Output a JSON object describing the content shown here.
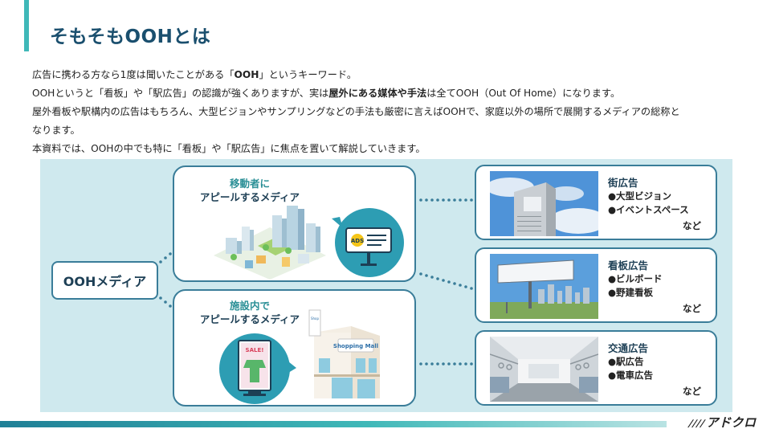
{
  "title": "そもそもOOHとは",
  "intro": {
    "line1_pre": "広告に携わる方なら1度は聞いたことがある「",
    "line1_bold": "OOH",
    "line1_post": "」というキーワード。",
    "line2_pre": "OOHというと「看板」や「駅広告」の認識が強くありますが、実は",
    "line2_bold": "屋外にある媒体や手法",
    "line2_post": "は全てOOH（Out Of Home）になります。",
    "line3": "屋外看板や駅構内の広告はもちろん、大型ビジョンやサンプリングなどの手法も厳密に言えばOOHで、家庭以外の場所で展開するメディアの総称と",
    "line4": "なります。",
    "line5": "本資料では、OOHの中でも特に「看板」や「駅広告」に焦点を置いて解説していきます。"
  },
  "diagram": {
    "root_label": "OOHメディア",
    "moving_panel": {
      "title_line1": "移動者に",
      "title_line2": "アピールするメディア",
      "ads_label": "ADS"
    },
    "facility_panel": {
      "title_line1": "施設内で",
      "title_line2": "アピールするメディア",
      "sale_label": "SALE!",
      "mall_sign": "Shopping Mall"
    },
    "media": [
      {
        "title": "街広告",
        "items": [
          "●大型ビジョン",
          "●イベントスペース"
        ],
        "etc": "など"
      },
      {
        "title": "看板広告",
        "items": [
          "●ビルボード",
          "●野建看板"
        ],
        "etc": "など"
      },
      {
        "title": "交通広告",
        "items": [
          "●駅広告",
          "●電車広告"
        ],
        "etc": "など"
      }
    ]
  },
  "footer": {
    "logo_text": "アドクロ"
  },
  "colors": {
    "accent": "#3fb8b8",
    "title": "#1a4f6e",
    "panel_border": "#3a7d99",
    "diagram_bg": "#cfe9ee"
  }
}
